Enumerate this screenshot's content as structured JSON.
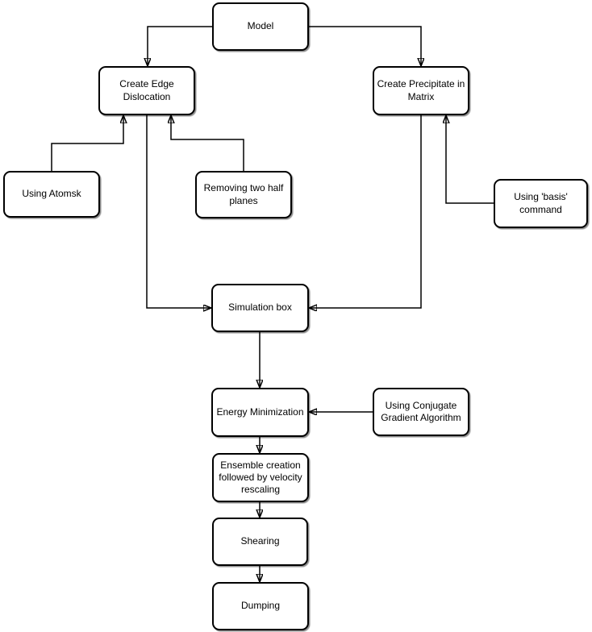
{
  "diagram": {
    "type": "flowchart",
    "colors": {
      "background": "#ffffff",
      "node_fill": "#ffffff",
      "node_border": "#000000",
      "text": "#000000",
      "connector": "#000000"
    },
    "nodes": {
      "model": {
        "label": "Model"
      },
      "create_edge_dislocation": {
        "label": "Create Edge Dislocation"
      },
      "create_precipitate_in_matrix": {
        "label": "Create Precipitate in Matrix"
      },
      "using_atomsk": {
        "label": "Using Atomsk"
      },
      "removing_two_half_planes": {
        "label": "Removing two half planes"
      },
      "using_basis_command": {
        "label": "Using 'basis' command"
      },
      "simulation_box": {
        "label": "Simulation box"
      },
      "energy_minimization": {
        "label": "Energy Minimization"
      },
      "using_conjugate_gradient_algorithm": {
        "label": "Using Conjugate Gradient Algorithm"
      },
      "ensemble_creation": {
        "label": "Ensemble creation followed by velocity rescaling"
      },
      "shearing": {
        "label": "Shearing"
      },
      "dumping": {
        "label": "Dumping"
      }
    },
    "edges": [
      {
        "from": "model",
        "to": "create_edge_dislocation"
      },
      {
        "from": "model",
        "to": "create_precipitate_in_matrix"
      },
      {
        "from": "using_atomsk",
        "to": "create_edge_dislocation"
      },
      {
        "from": "removing_two_half_planes",
        "to": "create_edge_dislocation"
      },
      {
        "from": "using_basis_command",
        "to": "create_precipitate_in_matrix"
      },
      {
        "from": "create_edge_dislocation",
        "to": "simulation_box"
      },
      {
        "from": "create_precipitate_in_matrix",
        "to": "simulation_box"
      },
      {
        "from": "simulation_box",
        "to": "energy_minimization"
      },
      {
        "from": "using_conjugate_gradient_algorithm",
        "to": "energy_minimization"
      },
      {
        "from": "energy_minimization",
        "to": "ensemble_creation"
      },
      {
        "from": "ensemble_creation",
        "to": "shearing"
      },
      {
        "from": "shearing",
        "to": "dumping"
      }
    ]
  }
}
